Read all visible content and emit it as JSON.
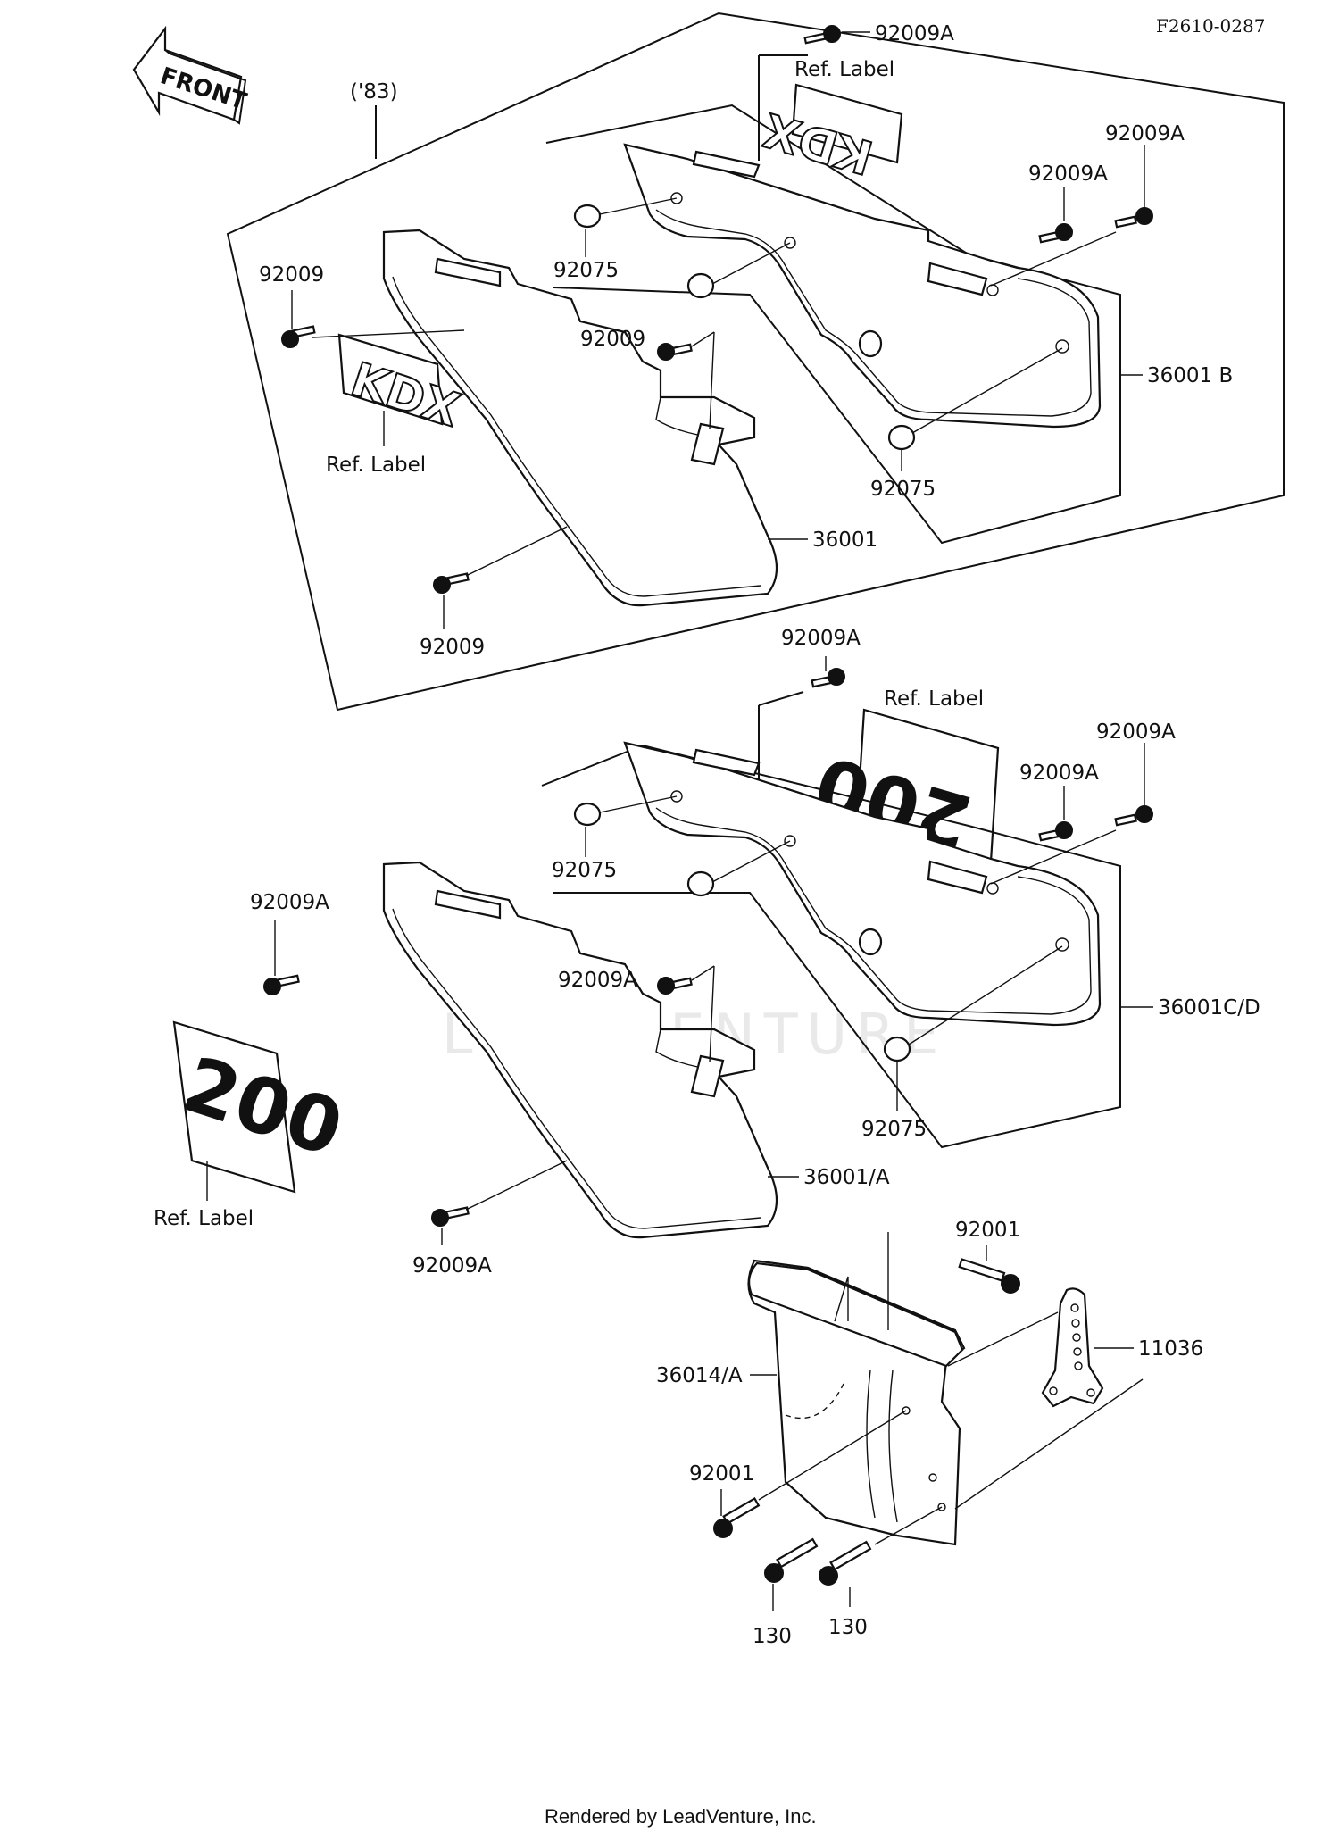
{
  "diagram": {
    "code": "F2610-0287",
    "front_label": "FRONT",
    "year_note": "('83)",
    "watermark": "LEADVENTURE",
    "footer": "Rendered by LeadVenture, Inc.",
    "decals": {
      "kdx_a": "KDX",
      "kdx_b": "KDX",
      "num_a": "200",
      "num_b": "200"
    },
    "callouts": {
      "c01": "92009A",
      "c02": "Ref. Label",
      "c03": "92009A",
      "c04": "92009A",
      "c05": "92075",
      "c06": "36001 B",
      "c07": "92075",
      "c08": "92009",
      "c09": "92009",
      "c10": "Ref. Label",
      "c11": "36001",
      "c12": "92009",
      "c13": "92009A",
      "c14": "Ref. Label",
      "c15": "92009A",
      "c16": "92009A",
      "c17": "92075",
      "c18": "36001C/D",
      "c19": "92075",
      "c20": "92009A",
      "c21": "92009A",
      "c22": "36001/A",
      "c23": "Ref. Label",
      "c24": "92009A",
      "c25": "92001",
      "c26": "11036",
      "c27": "36014/A",
      "c28": "92001",
      "c29": "130",
      "c30": "130"
    }
  }
}
